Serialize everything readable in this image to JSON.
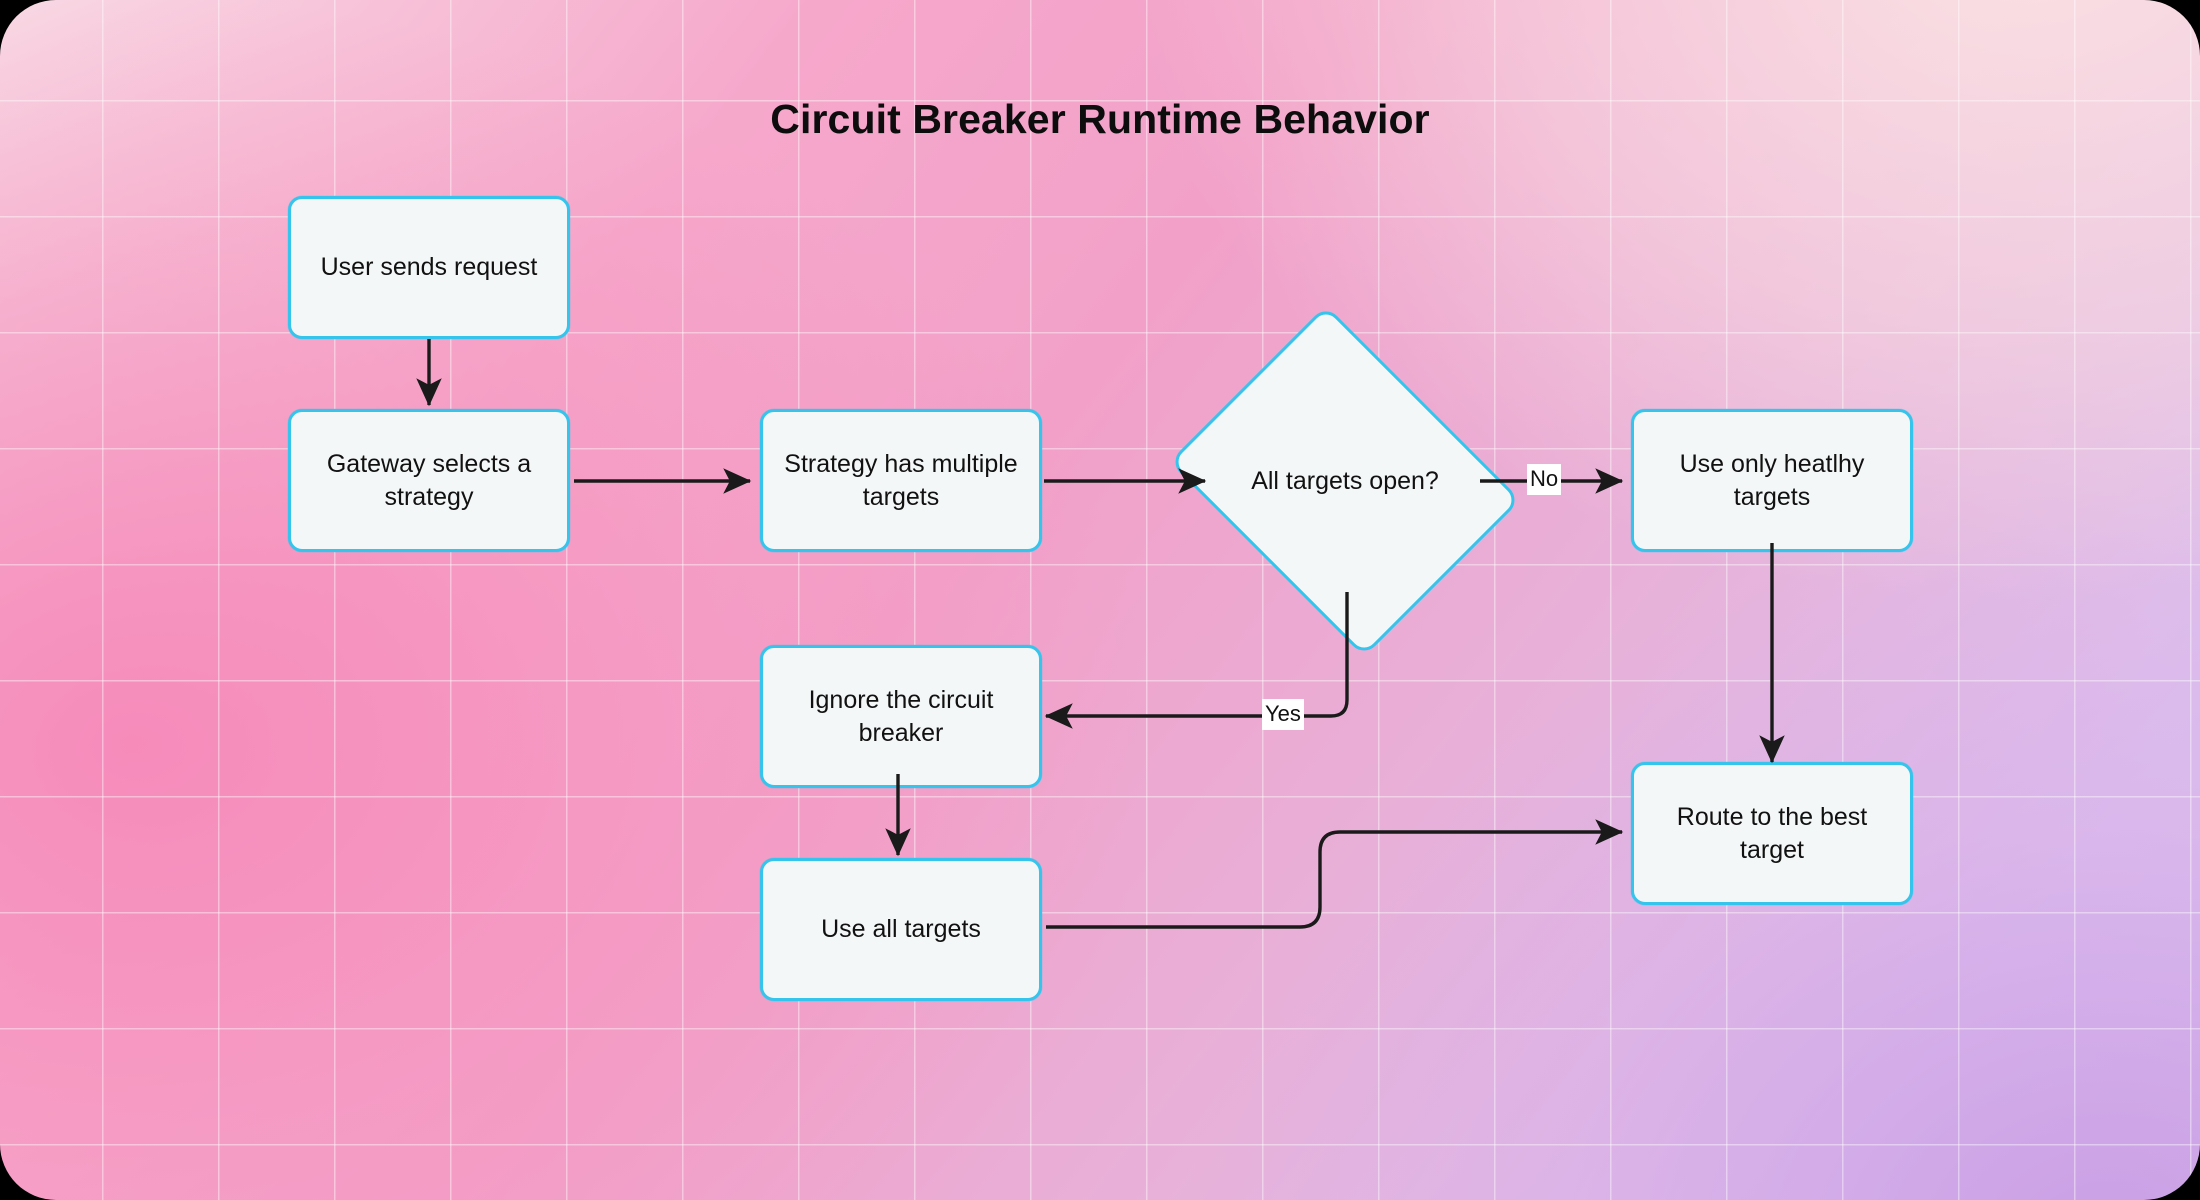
{
  "page": {
    "title": "Circuit Breaker Runtime Behavior",
    "background_colors": {
      "pink": "#f6a8cb",
      "blush": "#f8d9e4",
      "lavender": "#d9c2f0",
      "grid_line": "rgba(255,255,255,0.42)"
    },
    "node_colors": {
      "border": "#35c4ec",
      "fill": "#f4f7f8",
      "text": "#111111",
      "edge": "#1a1a1a",
      "edge_label_bg": "#ffffff"
    }
  },
  "diagram": {
    "type": "flowchart",
    "nodes": [
      {
        "id": "user-sends-request",
        "label": "User sends request",
        "shape": "rounded-rect"
      },
      {
        "id": "gateway-selects",
        "label": "Gateway selects a strategy",
        "shape": "rounded-rect"
      },
      {
        "id": "strategy-multiple",
        "label": "Strategy has multiple targets",
        "shape": "rounded-rect"
      },
      {
        "id": "all-targets-open",
        "label": "All targets open?",
        "shape": "diamond"
      },
      {
        "id": "use-only-healthy",
        "label": "Use only heatlhy targets",
        "shape": "rounded-rect"
      },
      {
        "id": "ignore-circuit-breaker",
        "label": "Ignore the circuit breaker",
        "shape": "rounded-rect"
      },
      {
        "id": "use-all-targets",
        "label": "Use all targets",
        "shape": "rounded-rect"
      },
      {
        "id": "route-to-best",
        "label": "Route to the best target",
        "shape": "rounded-rect"
      }
    ],
    "edges": [
      {
        "from": "user-sends-request",
        "to": "gateway-selects",
        "label": ""
      },
      {
        "from": "gateway-selects",
        "to": "strategy-multiple",
        "label": ""
      },
      {
        "from": "strategy-multiple",
        "to": "all-targets-open",
        "label": ""
      },
      {
        "from": "all-targets-open",
        "to": "use-only-healthy",
        "label": "No"
      },
      {
        "from": "all-targets-open",
        "to": "ignore-circuit-breaker",
        "label": "Yes"
      },
      {
        "from": "use-only-healthy",
        "to": "route-to-best",
        "label": ""
      },
      {
        "from": "ignore-circuit-breaker",
        "to": "use-all-targets",
        "label": ""
      },
      {
        "from": "use-all-targets",
        "to": "route-to-best",
        "label": ""
      }
    ],
    "edge_labels": {
      "no": "No",
      "yes": "Yes"
    }
  }
}
